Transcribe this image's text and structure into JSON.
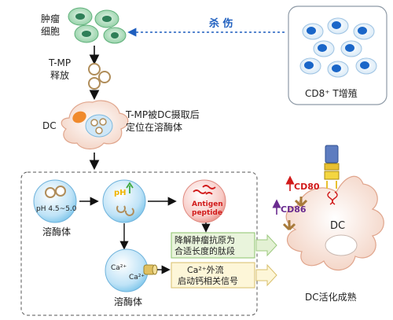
{
  "labels": {
    "tumor_cells": [
      "肿瘤",
      "细胞"
    ],
    "tmp_release": [
      "T-MP",
      "释放"
    ],
    "dc_left": "DC",
    "tmp_uptake": [
      "T-MP被DC摄取后",
      "定位在溶酶体"
    ],
    "kill": "杀 伤",
    "cd8_prolif": "CD8⁺ T增殖",
    "ph_range": "pH 4.5~5.0",
    "lysosome_1": "溶酶体",
    "ph_up": "pH",
    "antigen": [
      "Antigen",
      "peptide"
    ],
    "degrade": [
      "降解肿瘤抗原为",
      "合适长度的肽段"
    ],
    "ca1": "Ca²⁺",
    "ca2": "Ca²⁺",
    "ca_efflux": [
      "Ca²⁺外流",
      "启动钙相关信号"
    ],
    "lysosome_2": "溶酶体",
    "cd80": "CD80",
    "cd86": "CD86",
    "dc_right": "DC",
    "dc_mature": "DC活化成熟"
  },
  "colors": {
    "accent_blue": "#1f5fbf",
    "red": "#d11a1a",
    "purple": "#6a2b8f",
    "green_box": "#e9f4dc",
    "yellow_box": "#fdf6d8"
  }
}
